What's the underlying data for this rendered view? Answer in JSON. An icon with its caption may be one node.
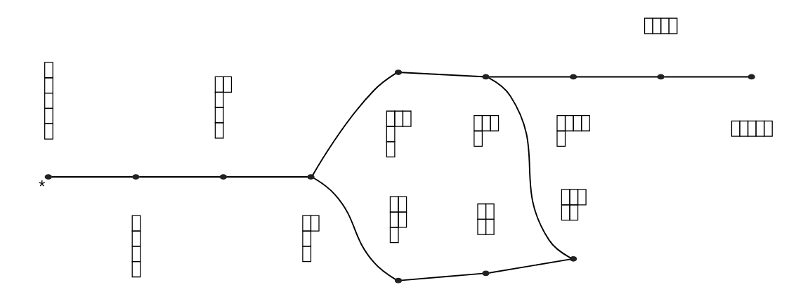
{
  "diagram": {
    "nodes": [
      {
        "text": [],
        "shape": "circle",
        "beside": [
          "*"
        ]
      },
      {
        "text": [],
        "shape": "circle"
      },
      {
        "text": [],
        "shape": "circle"
      },
      {
        "text": [],
        "shape": "circle"
      },
      {
        "text": [],
        "shape": "circle"
      },
      {
        "text": [],
        "shape": "circle"
      },
      {
        "text": [],
        "shape": "circle"
      },
      {
        "text": [],
        "shape": "circle"
      },
      {
        "text": [],
        "shape": "circle"
      },
      {
        "text": [],
        "shape": "circle"
      },
      {
        "text": [],
        "shape": "circle"
      },
      {
        "text": [],
        "shape": "circle"
      }
    ],
    "edges": [
      {
        "from": 0,
        "to": 1,
        "arrow": "none"
      },
      {
        "from": 1,
        "to": 2,
        "arrow": "none"
      },
      {
        "from": 2,
        "to": 3,
        "arrow": "none"
      },
      {
        "from": 3,
        "to": 4,
        "arrow": "none"
      },
      {
        "from": 3,
        "to": 5,
        "arrow": "none"
      },
      {
        "from": 4,
        "to": 6,
        "arrow": "none"
      },
      {
        "from": 5,
        "to": 7,
        "arrow": "none"
      },
      {
        "from": 6,
        "to": 8,
        "arrow": "none"
      },
      {
        "from": 7,
        "to": 8,
        "arrow": "none"
      },
      {
        "from": 7,
        "to": 9,
        "arrow": "none"
      },
      {
        "from": 9,
        "to": 10,
        "arrow": "none"
      },
      {
        "from": 10,
        "to": 11,
        "arrow": "none"
      }
    ]
  }
}
